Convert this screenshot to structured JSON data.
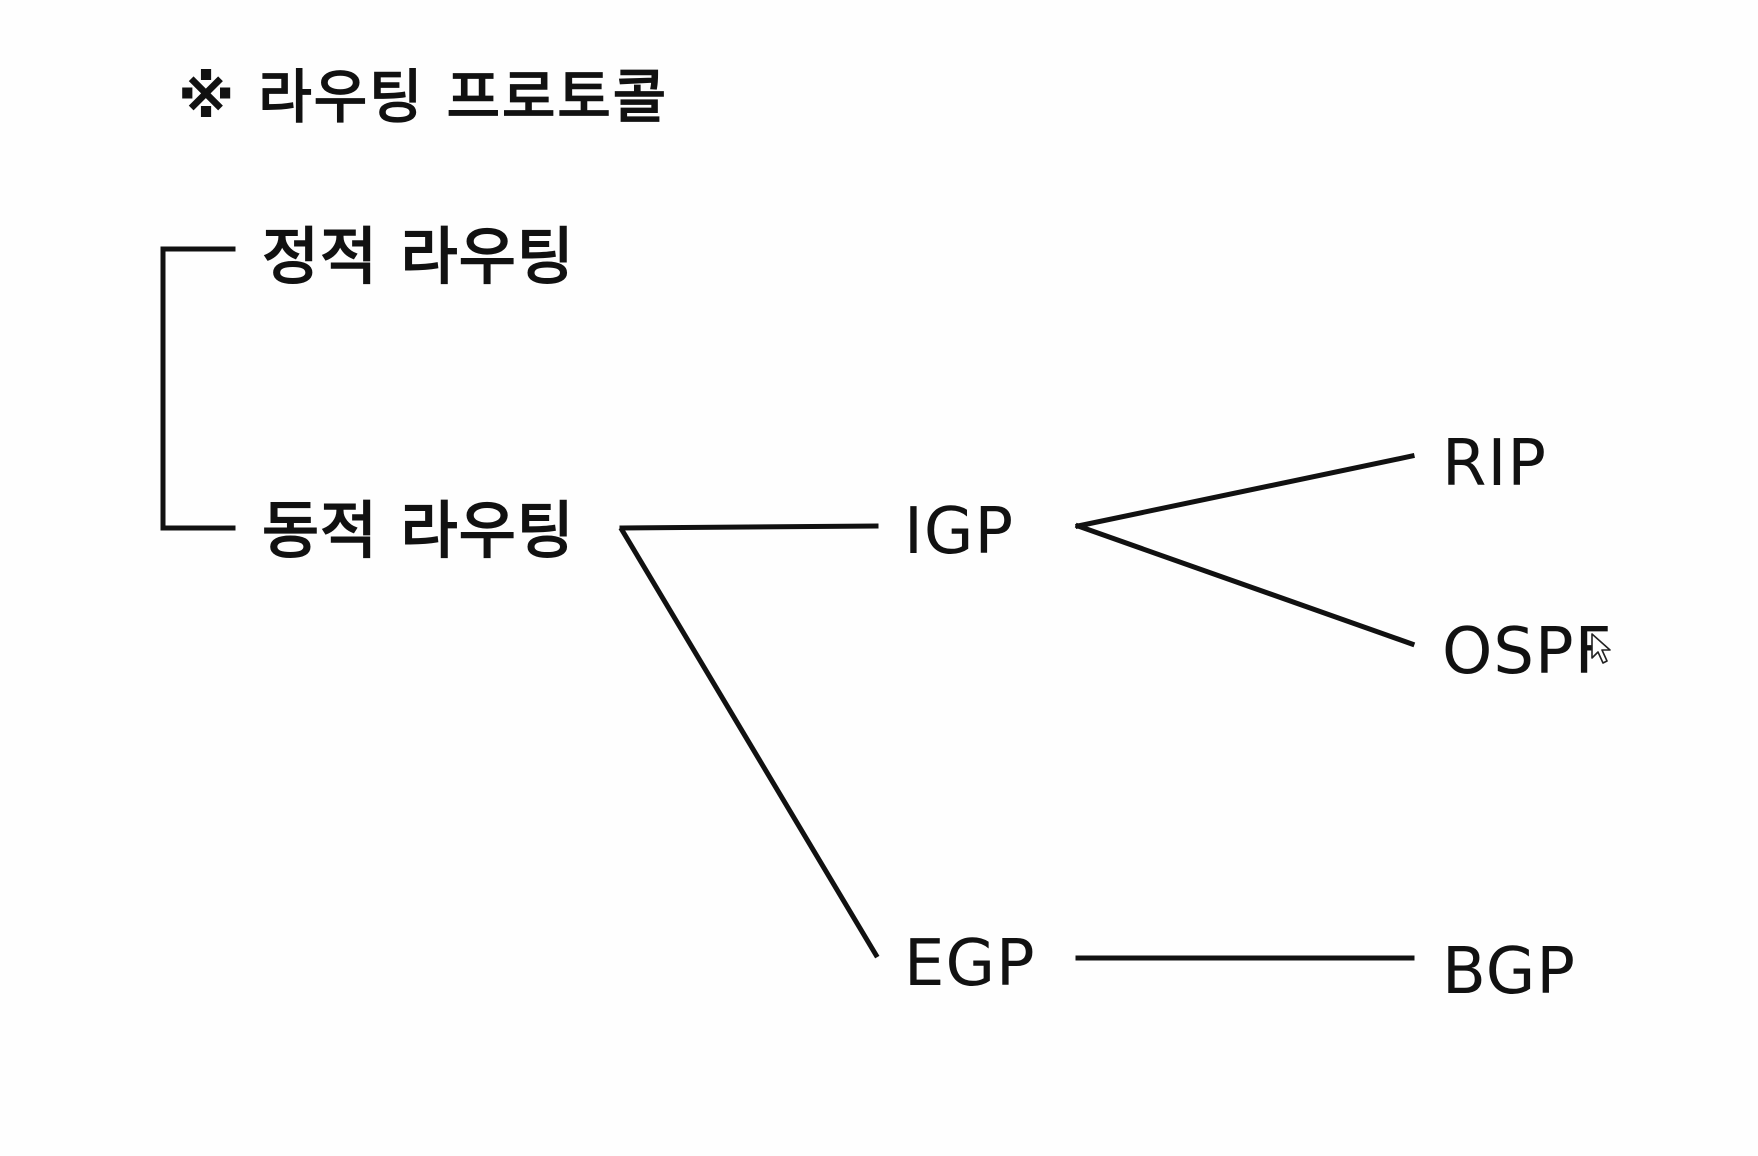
{
  "title": {
    "mark": "※",
    "text": "라우팅 프로토콜"
  },
  "nodes": {
    "static_routing": "정적 라우팅",
    "dynamic_routing": "동적 라우팅",
    "igp": "IGP",
    "egp": "EGP",
    "rip": "RIP",
    "ospf": "OSPF",
    "bgp": "BGP"
  },
  "edges": [
    [
      "routing-protocol",
      "static_routing"
    ],
    [
      "routing-protocol",
      "dynamic_routing"
    ],
    [
      "dynamic_routing",
      "igp"
    ],
    [
      "dynamic_routing",
      "egp"
    ],
    [
      "igp",
      "rip"
    ],
    [
      "igp",
      "ospf"
    ],
    [
      "egp",
      "bgp"
    ]
  ],
  "colors": {
    "line": "#111111",
    "text": "#111111",
    "background": "#fefefe"
  },
  "icons": {
    "cursor": "mouse-pointer-icon"
  }
}
